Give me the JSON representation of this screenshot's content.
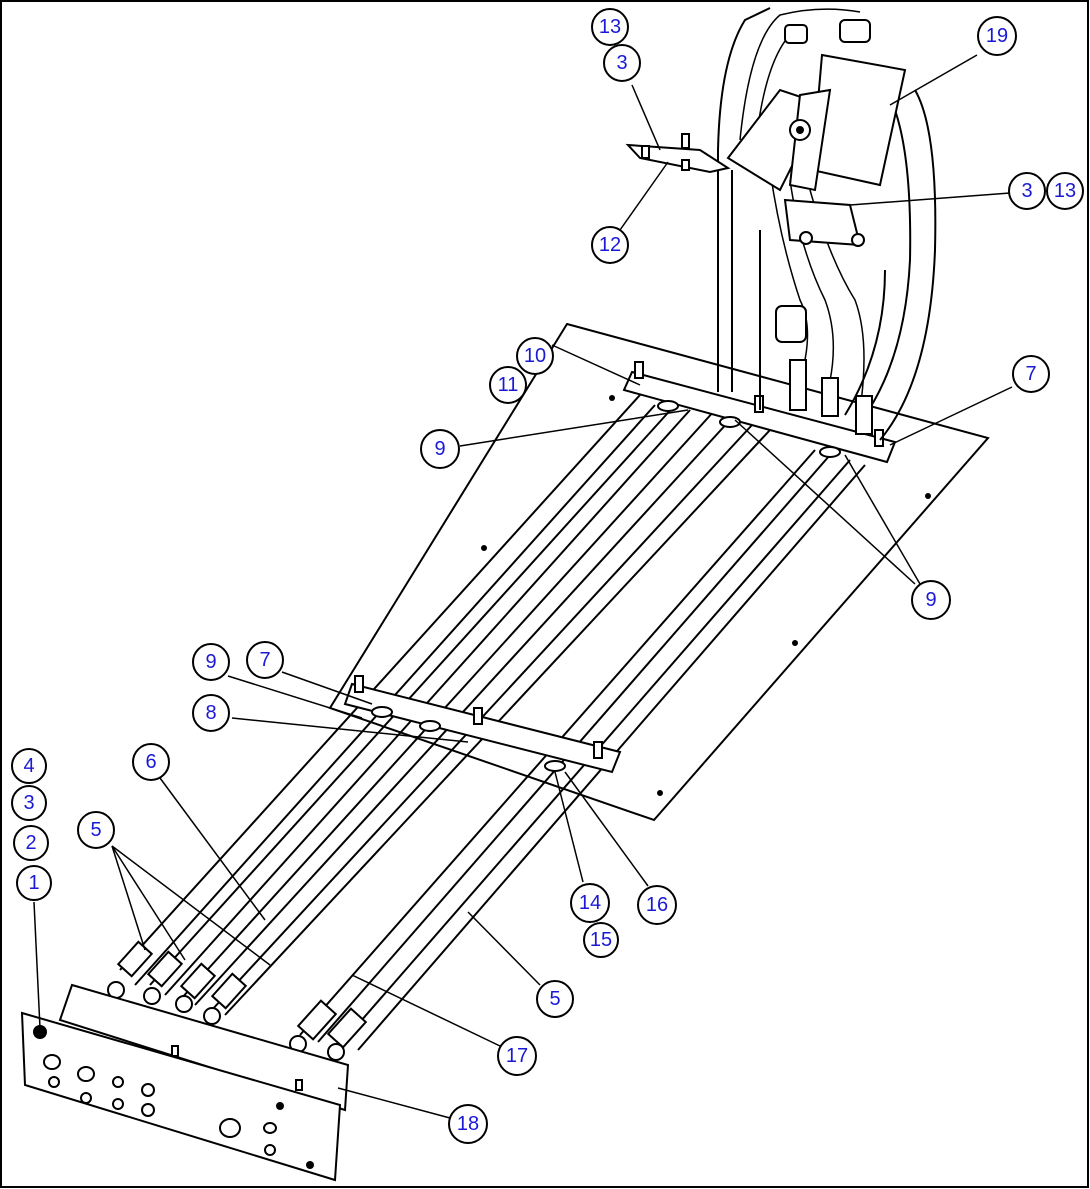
{
  "diagram": {
    "callout_color": "#1a1ad6",
    "line_color": "#000000",
    "callouts": [
      {
        "id": "c13a",
        "label": "13"
      },
      {
        "id": "c3a",
        "label": "3"
      },
      {
        "id": "c19",
        "label": "19"
      },
      {
        "id": "c3b",
        "label": "3"
      },
      {
        "id": "c13b",
        "label": "13"
      },
      {
        "id": "c12",
        "label": "12"
      },
      {
        "id": "c10",
        "label": "10"
      },
      {
        "id": "c11",
        "label": "11"
      },
      {
        "id": "c7a",
        "label": "7"
      },
      {
        "id": "c9a",
        "label": "9"
      },
      {
        "id": "c9b",
        "label": "9"
      },
      {
        "id": "c9c",
        "label": "9"
      },
      {
        "id": "c7b",
        "label": "7"
      },
      {
        "id": "c8",
        "label": "8"
      },
      {
        "id": "c4",
        "label": "4"
      },
      {
        "id": "c3c",
        "label": "3"
      },
      {
        "id": "c2",
        "label": "2"
      },
      {
        "id": "c1",
        "label": "1"
      },
      {
        "id": "c6",
        "label": "6"
      },
      {
        "id": "c5a",
        "label": "5"
      },
      {
        "id": "c14",
        "label": "14"
      },
      {
        "id": "c15",
        "label": "15"
      },
      {
        "id": "c16",
        "label": "16"
      },
      {
        "id": "c5b",
        "label": "5"
      },
      {
        "id": "c17",
        "label": "17"
      },
      {
        "id": "c18",
        "label": "18"
      }
    ]
  }
}
